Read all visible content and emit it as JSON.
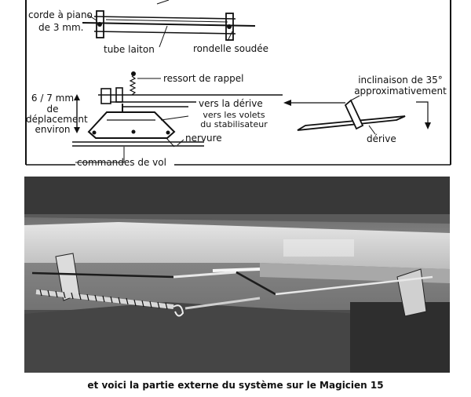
{
  "diagram": {
    "labels": {
      "corde_piano": "corde à piano",
      "corde_piano_2": "de 3 mm.",
      "tube_laiton": "tube laiton",
      "rondelle_soudee": "rondelle soudée",
      "ressort": "ressort de rappel",
      "deplacement_1": "6 / 7 mm",
      "deplacement_2": "de",
      "deplacement_3": "déplacement",
      "deplacement_4": "environ",
      "vers_derive": "vers la dérive",
      "vers_volets_1": "vers les volets",
      "vers_volets_2": "du stabilisateur",
      "nervure": "nervure",
      "commandes": "commandes de vol",
      "inclinaison_1": "inclinaison de 35°",
      "inclinaison_2": "approximativement",
      "derive": "dérive"
    }
  },
  "photo": {
    "description_icon": "photo-mechanism-icon"
  },
  "caption": "et voici la partie externe du système sur le Magicien 15"
}
